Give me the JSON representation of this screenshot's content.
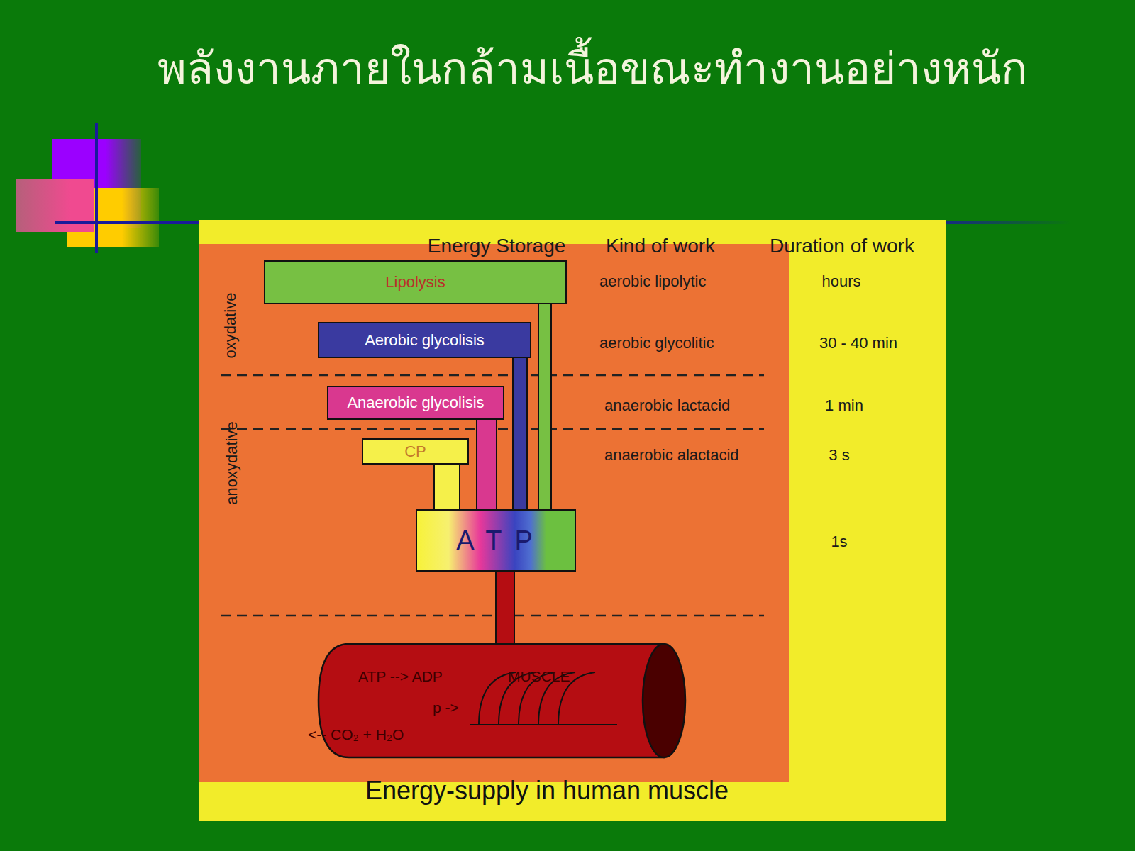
{
  "diagram": {
    "title": "พลังงานภายในกล้ามเนื้อขณะทำงานอย่างหนัก",
    "caption": "Energy-supply in human muscle",
    "nodes": [
      {
        "text": [
          "Lipolysis"
        ]
      },
      {
        "text": [
          "Aerobic glycolisis"
        ]
      },
      {
        "text": [
          "Anaerobic glycolisis"
        ]
      },
      {
        "text": [
          "CP"
        ]
      },
      {
        "text": [
          "A T P"
        ]
      },
      {
        "text": [
          "ATP --> ADP",
          "MUSCLE",
          "p ->",
          "<-- CO₂ + H₂O"
        ]
      }
    ],
    "edges": [
      {
        "from": 0,
        "to": 4,
        "arrow": "none"
      },
      {
        "from": 1,
        "to": 4,
        "arrow": "none"
      },
      {
        "from": 2,
        "to": 4,
        "arrow": "none"
      },
      {
        "from": 3,
        "to": 4,
        "arrow": "none"
      },
      {
        "from": 4,
        "to": 5,
        "arrow": "none"
      }
    ],
    "labels": [
      "Energy Storage",
      "Kind of work",
      "Duration of work",
      "oxydative",
      "aerobic lipolytic",
      "hours",
      "aerobic glycolitic",
      "30 - 40 min",
      "anoxydative",
      "anaerobic lactacid",
      "1 min",
      "anaerobic alactacid",
      "3 s",
      "1s"
    ]
  }
}
